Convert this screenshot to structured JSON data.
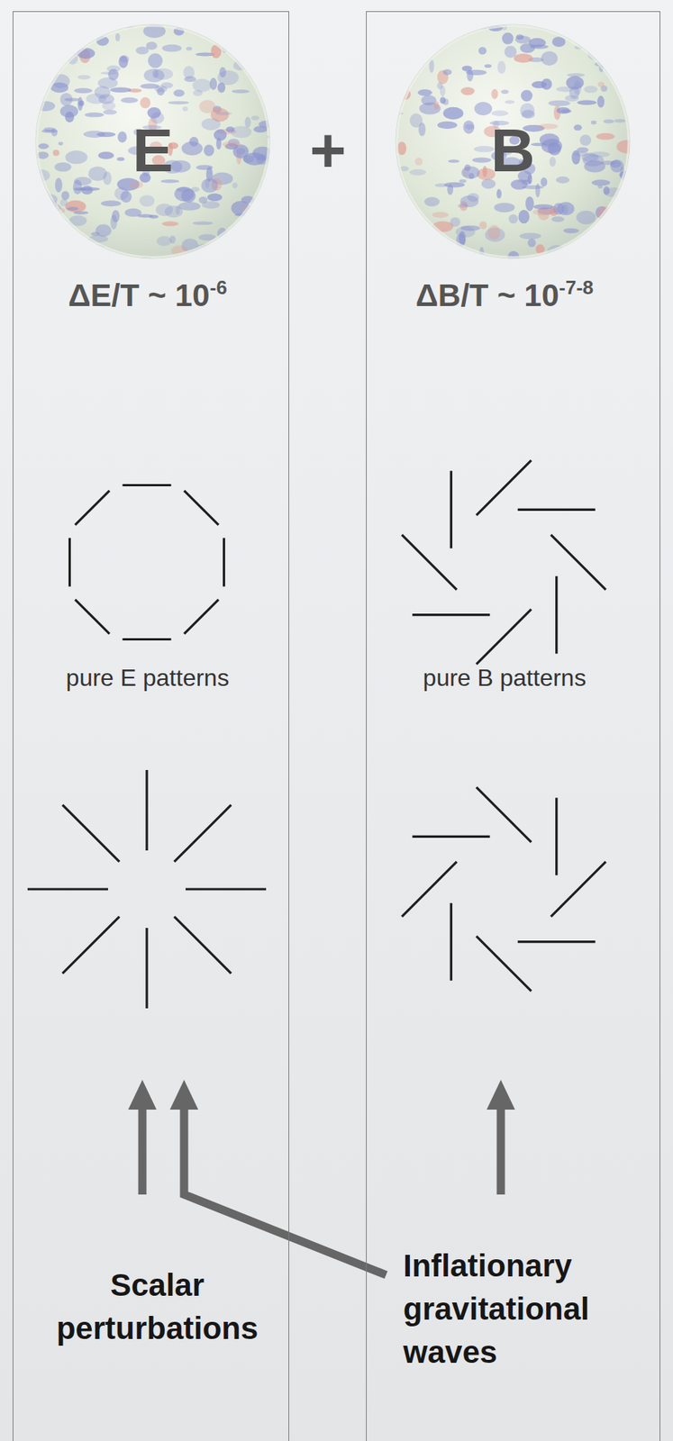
{
  "diagram": {
    "nodes": [
      {
        "text": [
          "ΔE/T ~ 10",
          "-6",
          "pure E patterns",
          "Scalar perturbations"
        ]
      },
      {
        "text": [
          "ΔB/T ~ 10",
          "-7-8",
          "pure B patterns"
        ]
      },
      {
        "text": [
          "E"
        ],
        "in": 0
      },
      {
        "text": [
          "B"
        ],
        "in": 1
      }
    ],
    "labels": [
      "+",
      "Inflationary gravitational waves"
    ]
  }
}
